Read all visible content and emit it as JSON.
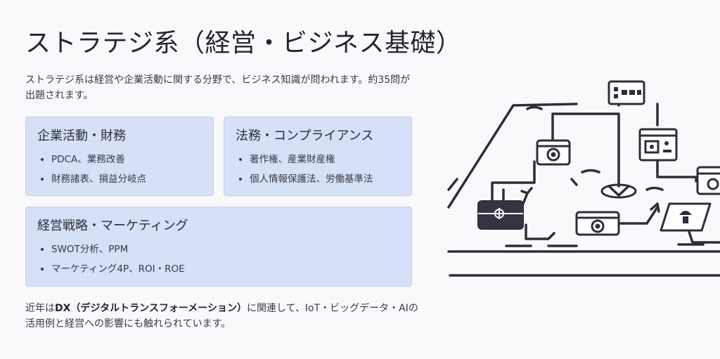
{
  "title": "ストラテジ系（経営・ビジネス基礎）",
  "intro": "ストラテジ系は経営や企業活動に関する分野で、ビジネス知識が問われます。約35問が出題されます。",
  "cards": [
    {
      "heading": "企業活動・財務",
      "items": [
        "PDCA、業務改善",
        "財務諸表、損益分岐点"
      ]
    },
    {
      "heading": "法務・コンプライアンス",
      "items": [
        "著作権、産業財産権",
        "個人情報保護法、労働基準法"
      ]
    },
    {
      "heading": "経営戦略・マーケティング",
      "items": [
        "SWOT分析、PPM",
        "マーケティング4P、ROI・ROE"
      ]
    }
  ],
  "footer": {
    "prefix": "近年は",
    "bold": "DX（デジタルトランスフォーメーション）",
    "suffix": "に関連して、IoT・ビッグデータ・AIの活用例と経営への影響にも触れられています。"
  },
  "colors": {
    "background": "#f8f9fb",
    "card": "#d6e0f7",
    "ink": "#2c2c36"
  },
  "illustration": {
    "icons": [
      "grid-device-icon",
      "camera-icon",
      "control-panel-icon",
      "speaker-icon",
      "briefcase-icon",
      "projector-icon",
      "funnel-icon"
    ]
  }
}
